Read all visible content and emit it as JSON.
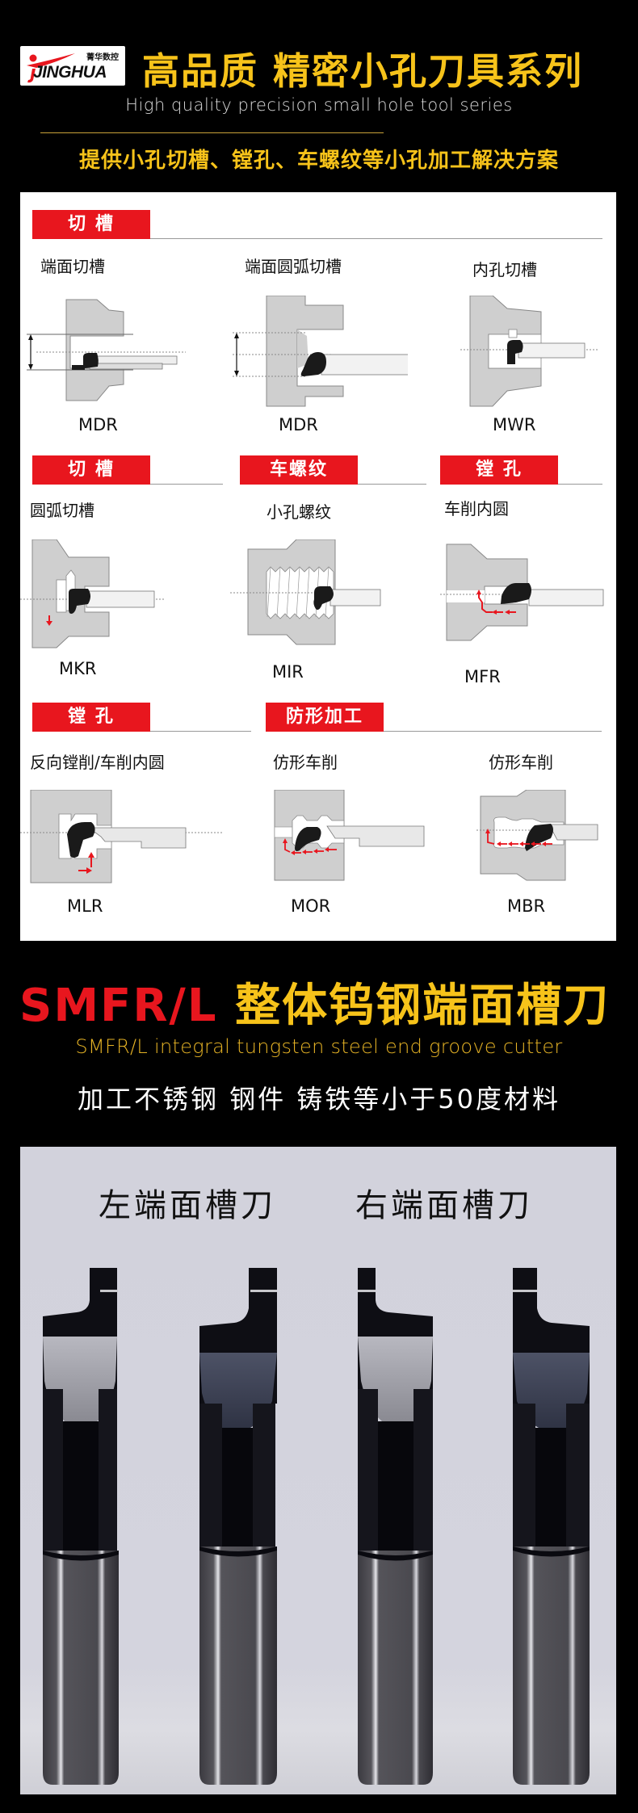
{
  "header": {
    "logo": {
      "cn": "菁华数控",
      "en": "JINGHUA"
    },
    "title": "高品质 精密小孔刀具系列",
    "subtitle": "High quality precision small hole tool series",
    "tagline": "提供小孔切槽、镗孔、车螺纹等小孔加工解决方案"
  },
  "diagram_panel": {
    "sections": [
      {
        "tag": "切 槽",
        "items": [
          {
            "caption": "端面切槽",
            "code": "MDR"
          },
          {
            "caption": "端面圆弧切槽",
            "code": "MDR"
          },
          {
            "caption": "内孔切槽",
            "code": "MWR"
          }
        ]
      },
      {
        "tag": "切 槽",
        "items": [
          {
            "caption": "圆弧切槽",
            "code": "MKR"
          }
        ]
      },
      {
        "tag": "车螺纹",
        "items": [
          {
            "caption": "小孔螺纹",
            "code": "MIR"
          }
        ]
      },
      {
        "tag": "镗 孔",
        "items": [
          {
            "caption": "车削内圆",
            "code": "MFR"
          }
        ]
      },
      {
        "tag": "镗 孔",
        "items": [
          {
            "caption": "反向镗削/车削内圆",
            "code": "MLR"
          }
        ]
      },
      {
        "tag": "防形加工",
        "items": [
          {
            "caption": "仿形车削",
            "code": "MOR"
          },
          {
            "caption": "仿形车削",
            "code": "MBR"
          }
        ]
      }
    ]
  },
  "product": {
    "model": "SMFR/L",
    "name": "整体钨钢端面槽刀",
    "subtitle": "SMFR/L integral tungsten steel end groove cutter",
    "description": "加工不锈钢 钢件 铸铁等小于50度材料"
  },
  "photo": {
    "left_label": "左端面槽刀",
    "right_label": "右端面槽刀"
  },
  "colors": {
    "accent_yellow": "#F7C31A",
    "accent_red": "#E8161E",
    "background": "#000000",
    "panel": "#FFFFFF"
  }
}
